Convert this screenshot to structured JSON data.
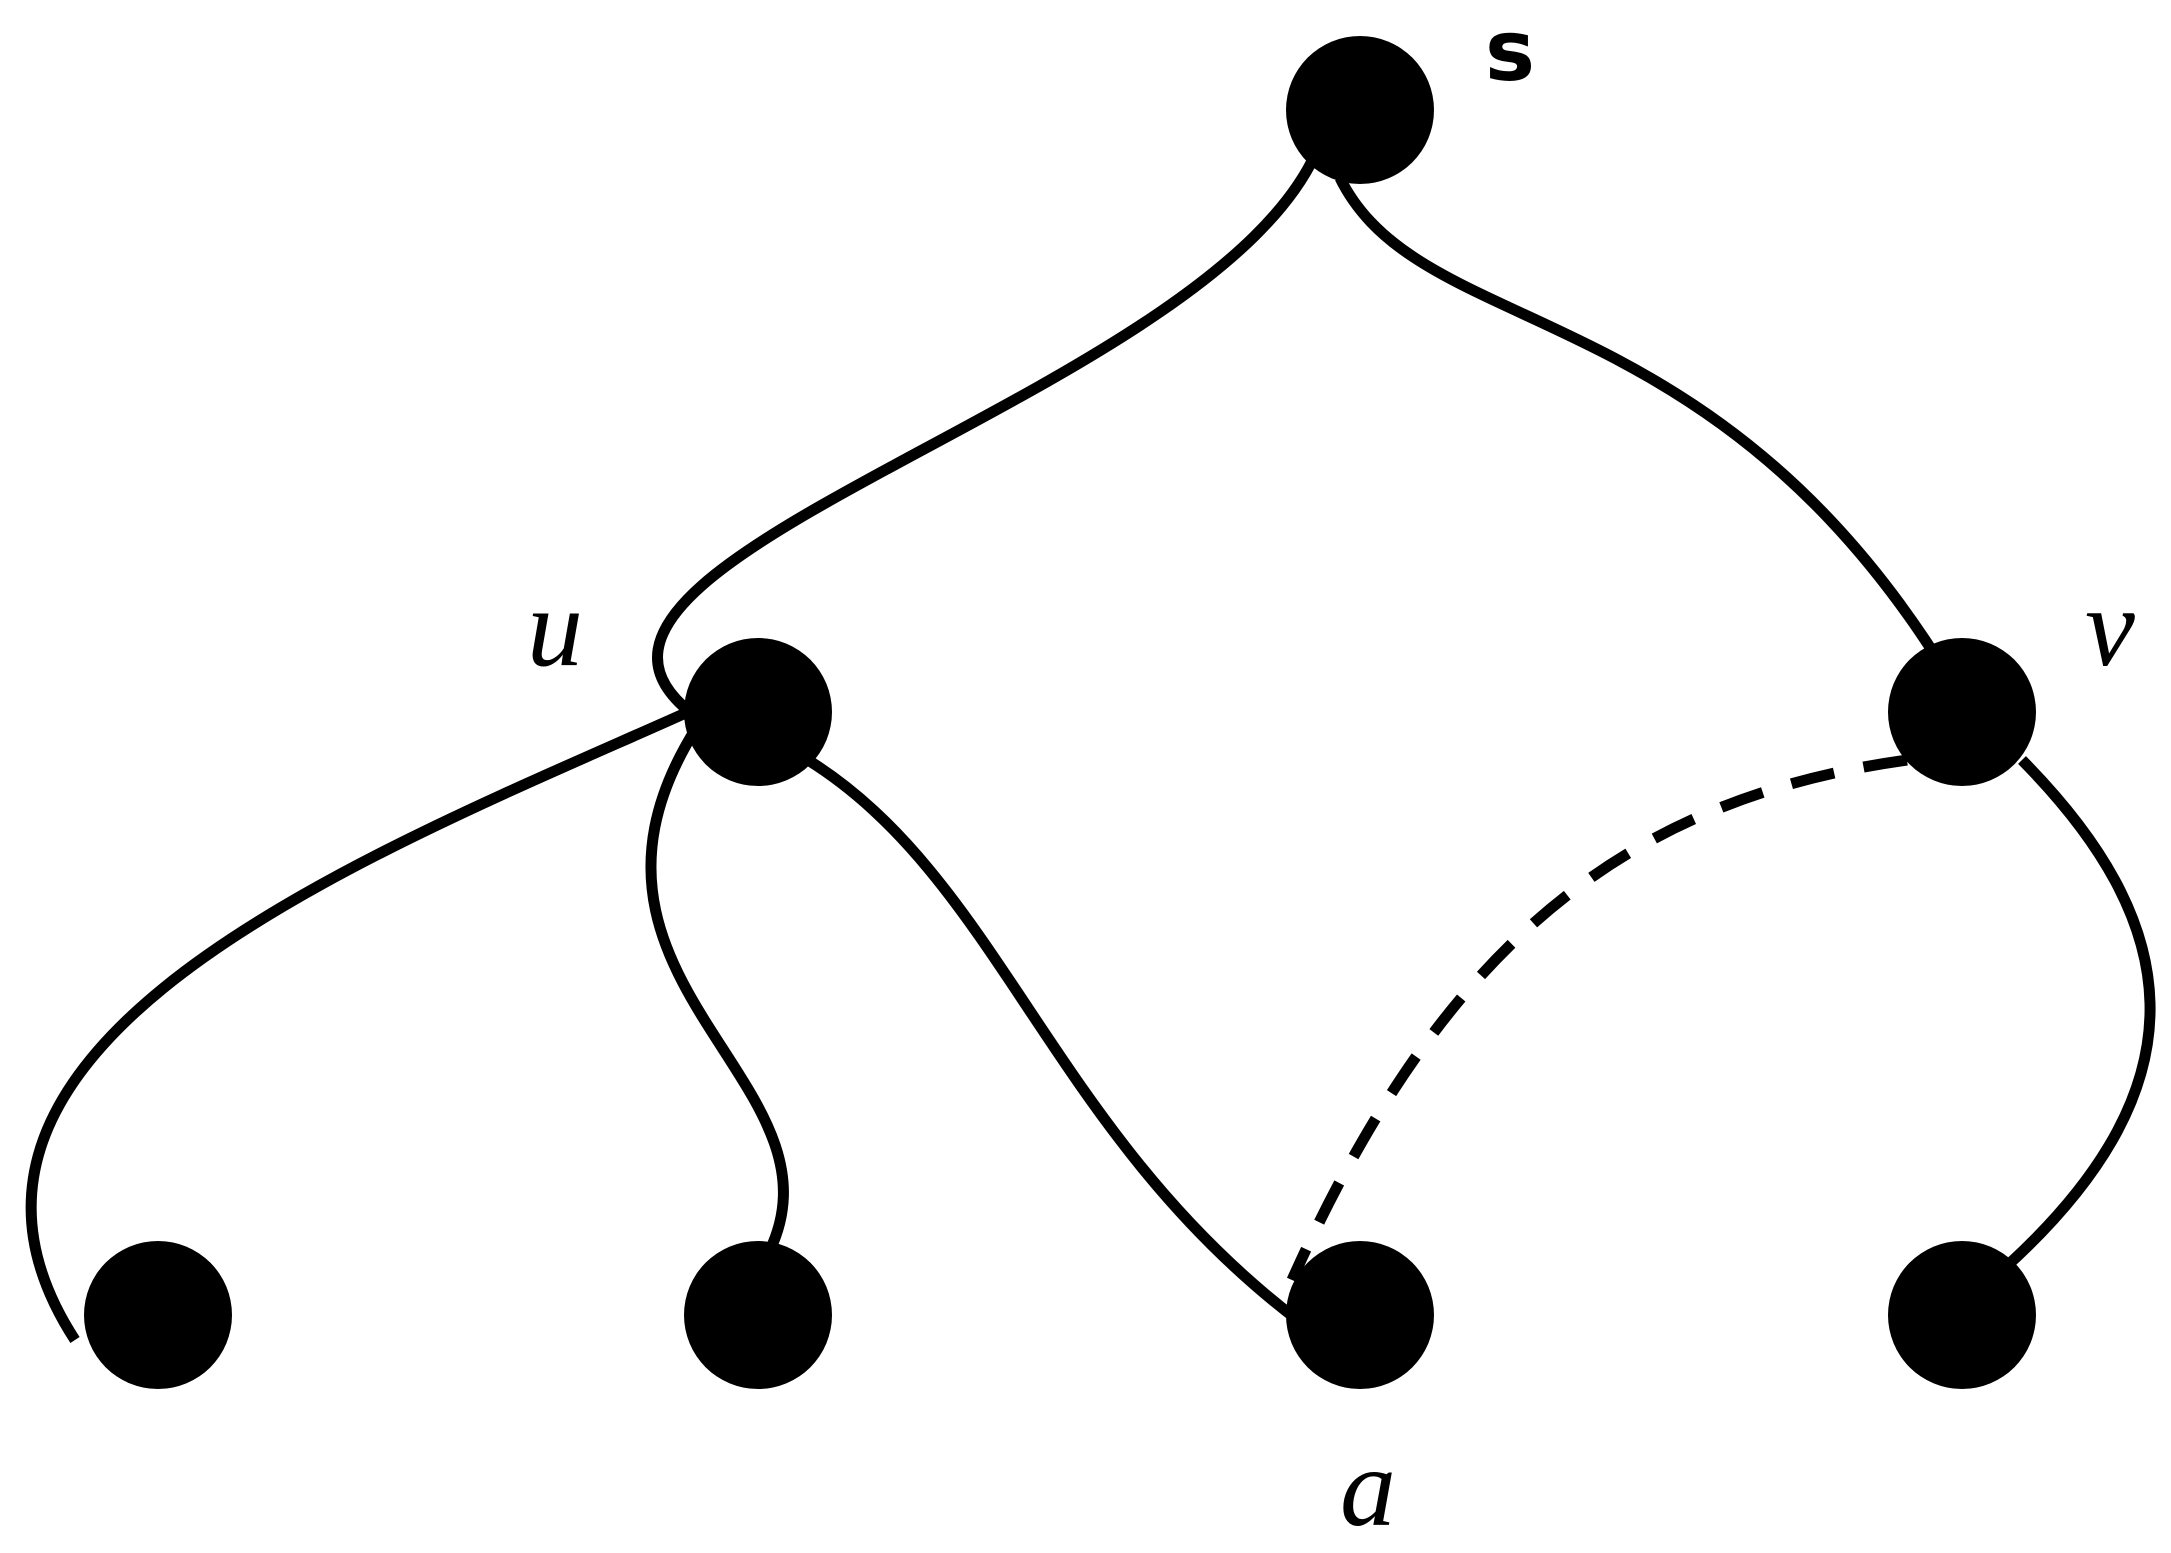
{
  "graph": {
    "labels": {
      "s": "s",
      "u": "u",
      "v": "v",
      "a": "a"
    },
    "colors": {
      "node": "#000000",
      "edge": "#000000",
      "background": "#ffffff"
    },
    "nodes": [
      "s",
      "u",
      "v",
      "leaf-1",
      "leaf-2",
      "a",
      "leaf-4"
    ],
    "edges": [
      {
        "from": "s",
        "to": "u",
        "style": "solid"
      },
      {
        "from": "s",
        "to": "v",
        "style": "solid"
      },
      {
        "from": "u",
        "to": "leaf-1",
        "style": "solid"
      },
      {
        "from": "u",
        "to": "leaf-2",
        "style": "solid"
      },
      {
        "from": "u",
        "to": "a",
        "style": "solid"
      },
      {
        "from": "v",
        "to": "leaf-4",
        "style": "solid"
      },
      {
        "from": "v",
        "to": "a",
        "style": "dashed"
      }
    ]
  }
}
